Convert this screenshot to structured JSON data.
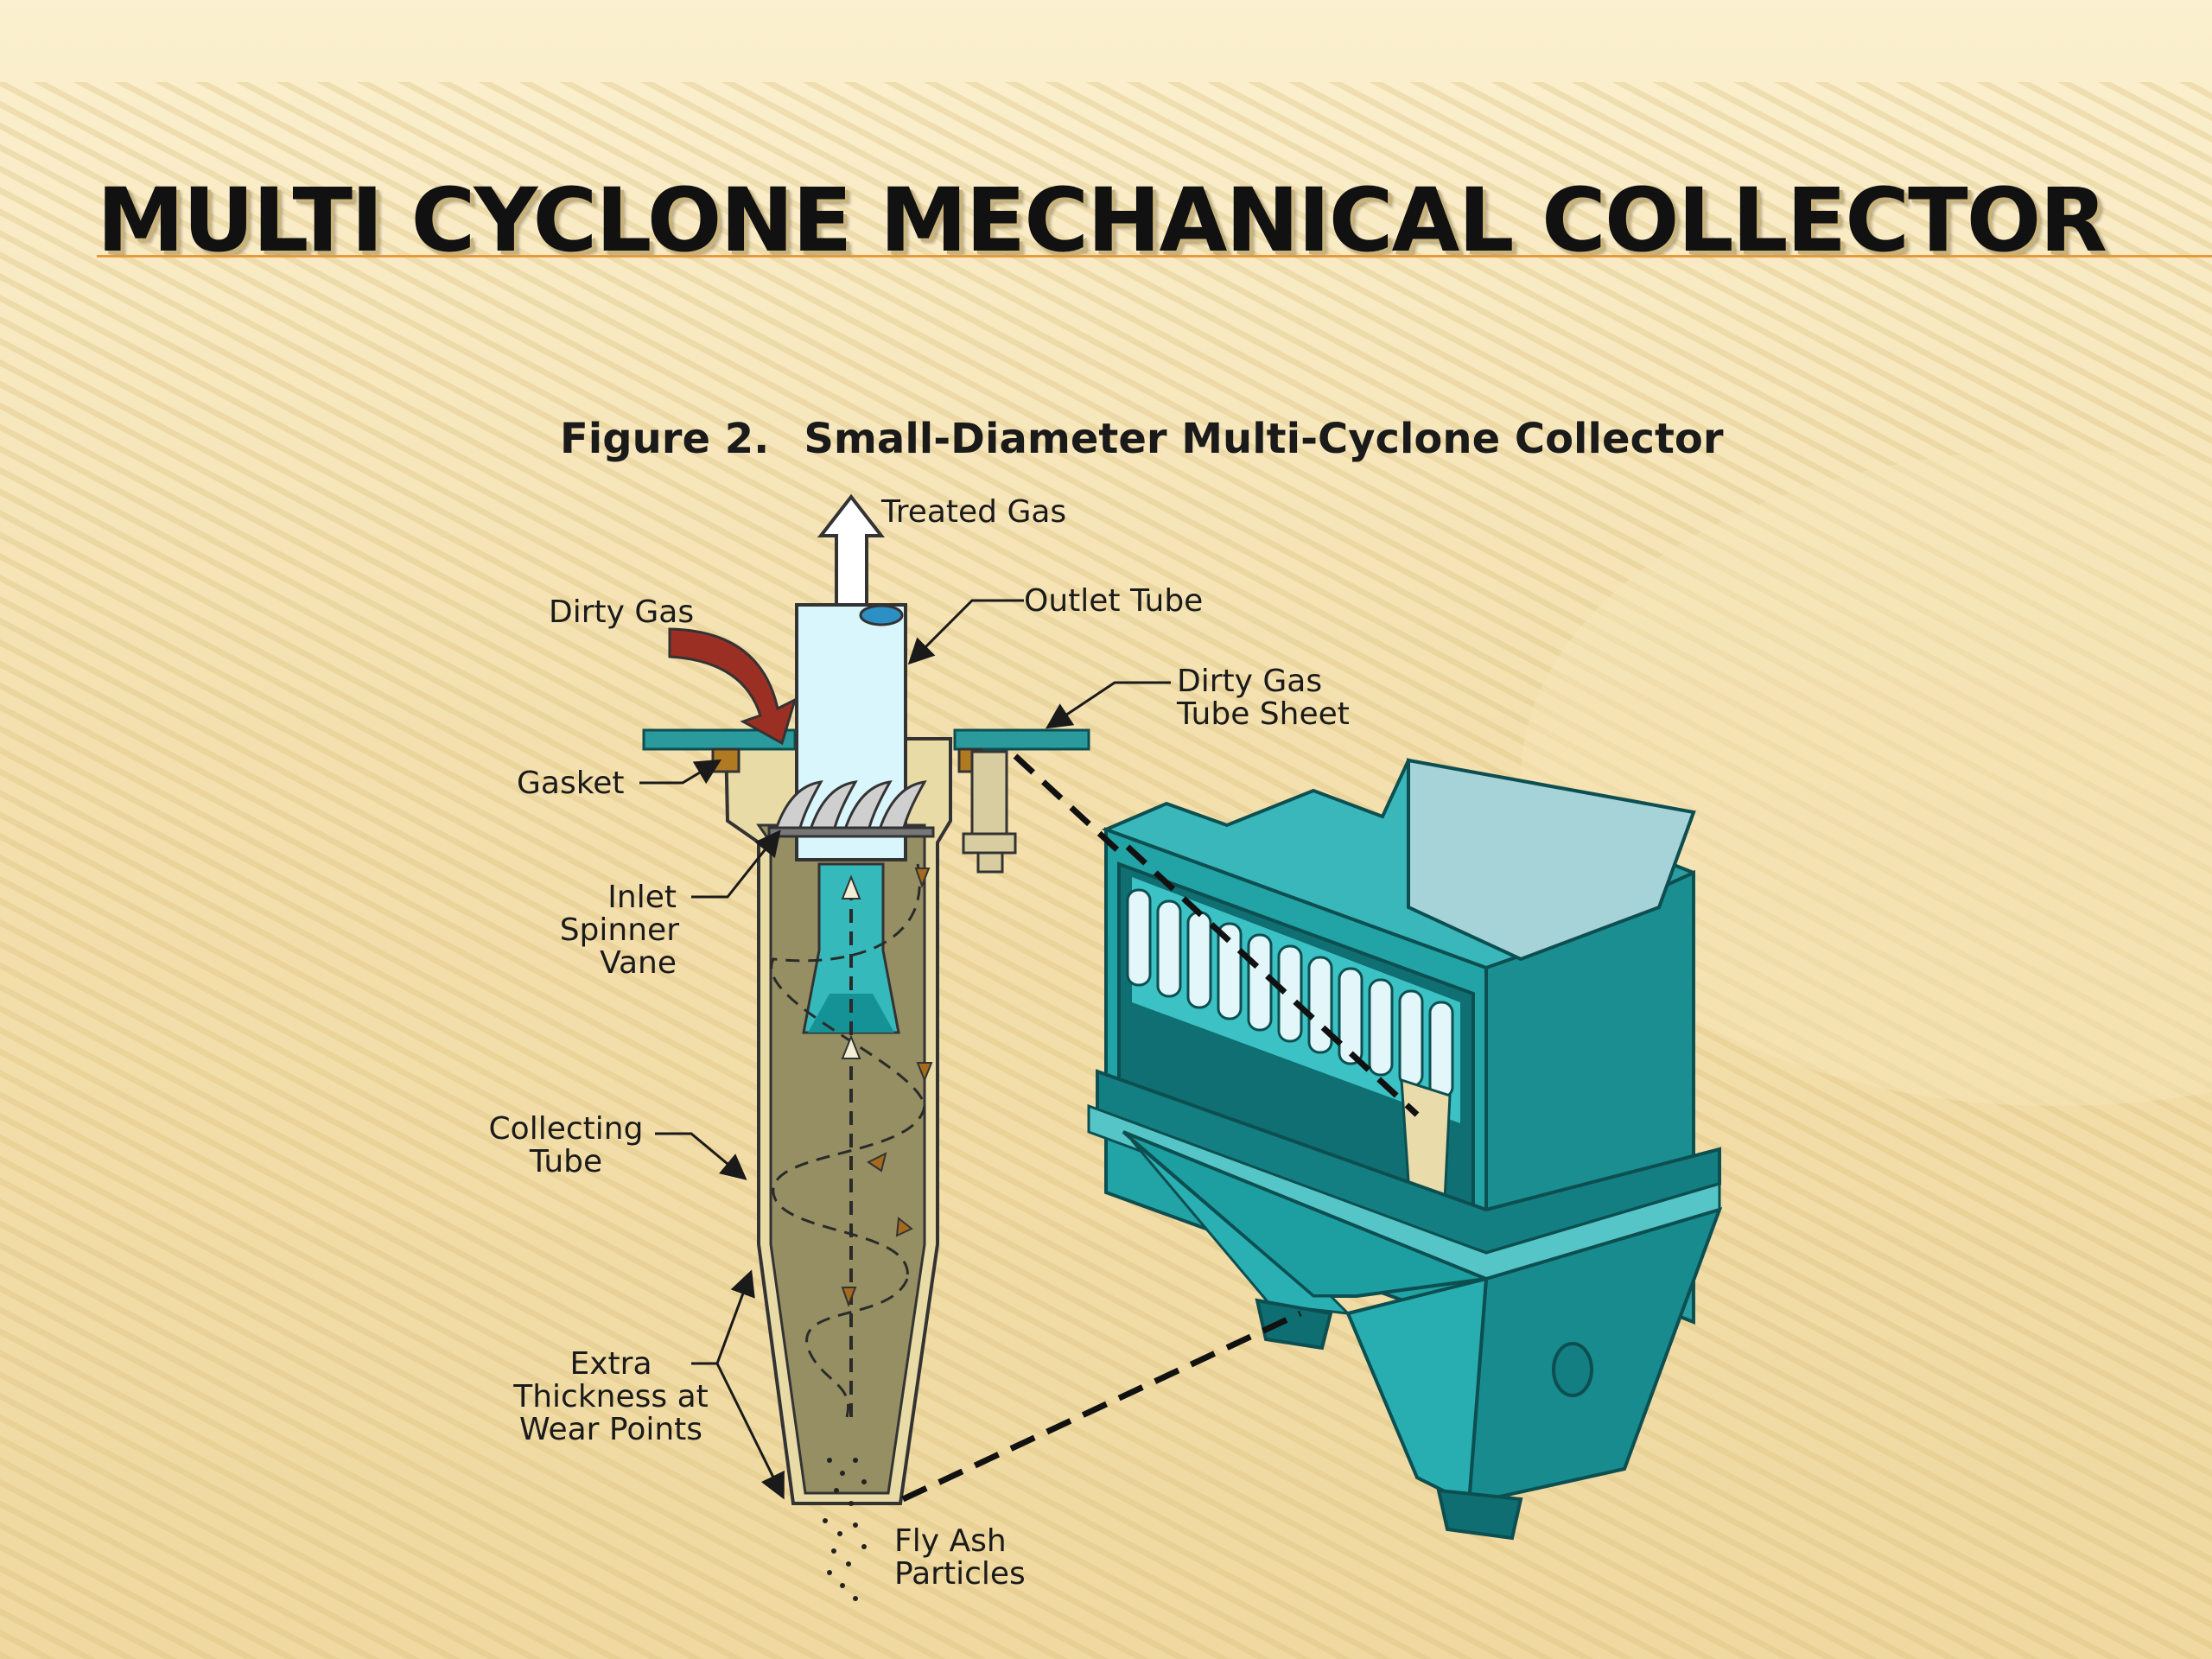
{
  "slide": {
    "title": "MULTI CYCLONE MECHANICAL COLLECTOR"
  },
  "figure": {
    "number": "Figure 2.",
    "caption": "Small-Diameter Multi-Cyclone Collector",
    "labels": {
      "treated_gas": "Treated Gas",
      "outlet_tube": "Outlet Tube",
      "dirty_gas": "Dirty Gas",
      "tube_sheet_line1": "Dirty Gas",
      "tube_sheet_line2": "Tube Sheet",
      "gasket": "Gasket",
      "spinner_line1": "Inlet",
      "spinner_line2": "Spinner",
      "spinner_line3": "Vane",
      "collecting_line1": "Collecting",
      "collecting_line2": "Tube",
      "extra_line1": "Extra",
      "extra_line2": "Thickness at",
      "extra_line3": "Wear Points",
      "flyash_line1": "Fly Ash",
      "flyash_line2": "Particles"
    }
  },
  "colors": {
    "background": "#f3deaa",
    "title_rule": "#e79a3a",
    "cyclone_body": "#958f63",
    "outlet_tube": "#d8f6fb",
    "teal": "#2fb3b6",
    "teal_dark": "#12787b",
    "dirty_gas_arrow": "#9c2f24",
    "gasket": "#b07a22"
  }
}
